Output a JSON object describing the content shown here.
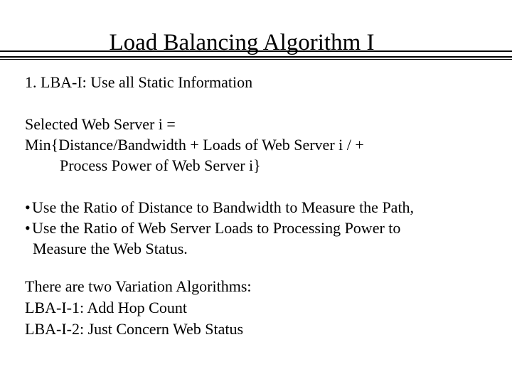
{
  "slide_title": "Load Balancing Algorithm I",
  "heading": "1. LBA-I: Use all Static Information",
  "formula": {
    "lines": [
      "Selected Web Server i =",
      "Min{Distance/Bandwidth + Loads of Web Server i / +",
      "Process Power of Web Server i}"
    ]
  },
  "bullets": {
    "marker": "•",
    "items": [
      "Use the Ratio of Distance to Bandwidth to Measure the Path,",
      "Use the Ratio of Web Server Loads to Processing Power to"
    ],
    "continuation": "Measure the Web Status."
  },
  "variations": {
    "lines": [
      "There are two Variation Algorithms:",
      "LBA-I-1: Add Hop Count",
      "LBA-I-2: Just Concern Web Status"
    ]
  },
  "colors": {
    "text": "#000000",
    "background": "#ffffff",
    "rule": "#000000"
  }
}
